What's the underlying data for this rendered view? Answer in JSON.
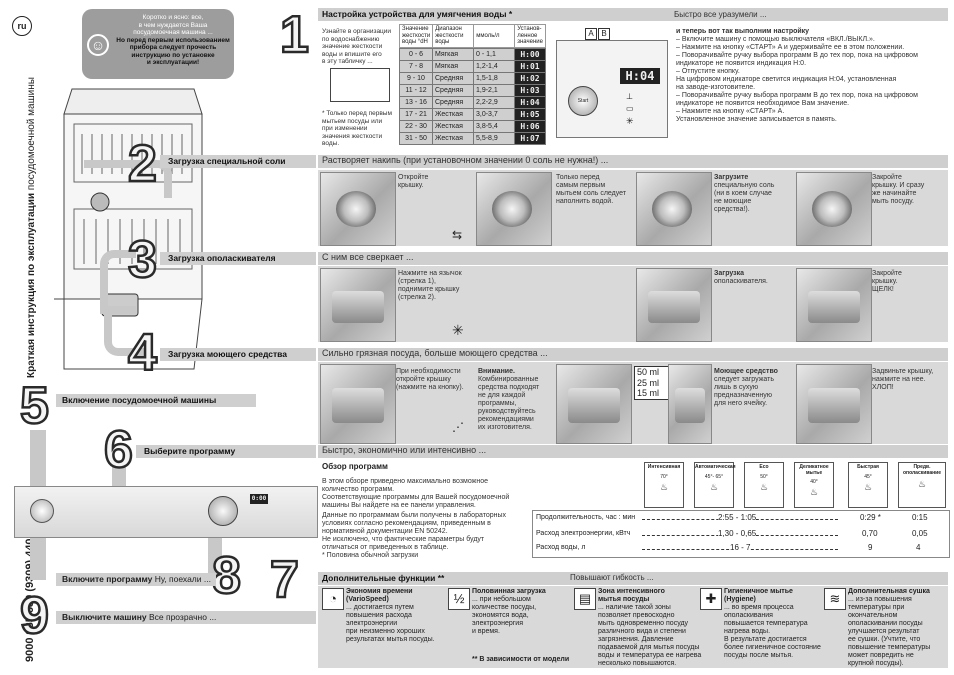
{
  "lang_badge": "ru",
  "side_text": {
    "bold": "Краткая инструкция по эксплуатации",
    "normal": "посудомоечной машины"
  },
  "doc_code": "9000 935 689 (9309) 440 EG",
  "note_box": {
    "line1": "Коротко и ясно: все,",
    "line2": "в чем нуждается Ваша",
    "line3": "посудомоечная машина ...",
    "bold1": "Но перед первым использованием",
    "bold2": "прибора следует прочесть",
    "bold3": "инструкцию по установке",
    "bold4": "и эксплуатации!"
  },
  "steps": {
    "s1": "1",
    "s2": "2",
    "s3": "3",
    "s4": "4",
    "s5": "5",
    "s6": "6",
    "s7": "7",
    "s8": "8",
    "s9": "9"
  },
  "sec1": {
    "title": "Настройка устройства для умягчения воды *",
    "right": "Быстро все уразумели ...",
    "intro": [
      "Узнайте в организации",
      "по водоснабжению",
      "значение жесткости",
      "воды и впишите его",
      "в эту табличку ..."
    ],
    "footnote": [
      "* Только перед первым",
      "мытьем посуды или",
      "при изменении",
      "значения жесткости",
      "воды."
    ],
    "table_headers": [
      "Значение жесткости воды °dH",
      "Диапазон жесткости воды",
      "ммоль/л",
      "Установ-ленное значение"
    ],
    "rows": [
      {
        "dh": "0 - 6",
        "range": "Мягкая",
        "mmol": "0 - 1,1",
        "set": "H:00"
      },
      {
        "dh": "7 - 8",
        "range": "Мягкая",
        "mmol": "1,2-1,4",
        "set": "H:01"
      },
      {
        "dh": "9 - 10",
        "range": "Средняя",
        "mmol": "1,5-1,8",
        "set": "H:02"
      },
      {
        "dh": "11 - 12",
        "range": "Средняя",
        "mmol": "1,9-2,1",
        "set": "H:03"
      },
      {
        "dh": "13 - 16",
        "range": "Средняя",
        "mmol": "2,2-2,9",
        "set": "H:04"
      },
      {
        "dh": "17 - 21",
        "range": "Жесткая",
        "mmol": "3,0-3,7",
        "set": "H:05"
      },
      {
        "dh": "22 - 30",
        "range": "Жесткая",
        "mmol": "3,8-5,4",
        "set": "H:06"
      },
      {
        "dh": "31 - 50",
        "range": "Жесткая",
        "mmol": "5,5-8,9",
        "set": "H:07"
      }
    ],
    "panel_a": "A",
    "panel_b": "B",
    "panel_display": "H:04",
    "panel_start": "Start",
    "steps_head": "и теперь вот так выполним настройку",
    "steps": [
      "– Включите машину с помощью выключателя «ВКЛ./ВЫКЛ.».",
      "– Нажмите на кнопку «СТАРТ» A и удерживайте ее в этом положении.",
      "– Поворачивайте ручку выбора программ B до тех пор, пока на цифровом",
      "   индикаторе не появится индикация H:0.",
      "– Отпустите кнопку.",
      "   На цифровом индикаторе светится индикация H:04, установленная",
      "   на заводе-изготовителе.",
      "– Поворачивайте ручку выбора программ B до тех пор, пока на цифровом",
      "   индикаторе не появится необходимое Вам значение.",
      "– Нажмите на кнопку «СТАРТ» A.",
      "   Установленное значение записывается в память."
    ]
  },
  "sec2": {
    "title": "Загрузка специальной соли",
    "sub": "Растворяет накипь (при установочном значении 0 соль не нужна!) ...",
    "t1": [
      "Откройте",
      "крышку."
    ],
    "t2": [
      "Только перед",
      "самым первым",
      "мытьем соль следует",
      "наполнить водой."
    ],
    "t3": [
      "Загрузите",
      "специальную соль",
      "(ни в коем случае",
      "не моющие",
      "средства!)."
    ],
    "t4": [
      "Закройте",
      "крышку. И сразу",
      "же начинайте",
      "мыть посуду."
    ]
  },
  "sec3": {
    "title": "Загрузка ополаскивателя",
    "sub": "С ним все сверкает ...",
    "t1": [
      "Нажмите на язычок",
      "(стрелка 1),",
      "поднимите крышку",
      "(стрелка 2)."
    ],
    "t2": [
      "Загрузка",
      "ополаскивателя."
    ],
    "t3": [
      "Закройте",
      "крышку.",
      "ЩЕЛК!"
    ]
  },
  "sec4": {
    "title": "Загрузка моющего средства",
    "sub": "Сильно грязная посуда, больше моющего средства ...",
    "t1": [
      "При необходимости",
      "откройте крышку",
      "(нажмите на кнопку)."
    ],
    "t2_bold": "Внимание.",
    "t2": [
      "Комбинированные",
      "средства подходят",
      "не для каждой",
      "программы,",
      "руководствуйтесь",
      "рекомендациями",
      "их изготовителя."
    ],
    "ml": [
      "50 ml",
      "25 ml",
      "15 ml"
    ],
    "t3": [
      "Моющее средство",
      "следует загружать",
      "лишь в сухую",
      "предназначенную",
      "для него ячейку."
    ],
    "t4": [
      "Задвиньте крышку,",
      "нажмите на нее.",
      "ХЛОП!"
    ]
  },
  "sec5": {
    "title": "Включение посудомоечной машины"
  },
  "sec6": {
    "title": "Выберите программу",
    "sub": "Быстро, экономично или интенсивно ...",
    "overview_title": "Обзор программ",
    "overview": [
      "В этом обзоре приведено максимально возможное",
      "количество программ.",
      "Соответствующие программы для Вашей посудомоечной",
      "машины Вы найдете на ее панели управления."
    ],
    "lab": [
      "Данные по программам были получены в лабораторных",
      "условиях согласно рекомендациям, приведенным в",
      "нормативной документации EN 50242.",
      "Не исключено, что фактические параметры будут",
      "отличаться от приведенных в таблице."
    ],
    "lab_note": "* Половина обычной загрузки",
    "programs": [
      {
        "name": "Интенсивная",
        "temp": "70°"
      },
      {
        "name": "Автоматическая",
        "temp": "45°- 65°"
      },
      {
        "name": "Eco",
        "temp": "50°"
      },
      {
        "name": "Деликатное мытье",
        "temp": "40°"
      },
      {
        "name": "Быстрая",
        "temp": "45°"
      },
      {
        "name": "Предв. ополаскивание",
        "temp": ""
      }
    ],
    "rows": [
      {
        "label": "Продолжительность, час : мин",
        "v1": "2:55 - 1:05",
        "v2": "0:29 *",
        "v3": "0:15"
      },
      {
        "label": "Расход электроэнергии, кВтч",
        "v1": "1,30 - 0,65",
        "v2": "0,70",
        "v3": "0,05"
      },
      {
        "label": "Расход воды, л",
        "v1": "16 - 7",
        "v2": "9",
        "v3": "4"
      }
    ]
  },
  "sec7": {
    "title": "Дополнительные функции **",
    "sub": "Повышают гибкость ...",
    "footnote": "** В зависимости от модели",
    "features": [
      {
        "h1": "Экономия времени",
        "h2": "(VarioSpeed)",
        "body": [
          "... достигается путем",
          "повышения расхода",
          "электроэнергии",
          "при неизменно хороших",
          "результатах мытья посуды."
        ]
      },
      {
        "h1": "Половинная загрузка",
        "h2": "",
        "body": [
          "... при небольшом",
          "количестве посуды,",
          "экономятся вода,",
          "электроэнергия",
          "и время."
        ]
      },
      {
        "h1": "Зона интенсивного",
        "h2": "мытья посуды",
        "body": [
          "... наличие такой зоны",
          "позволяет превосходно",
          "мыть одновременно посуду",
          "различного вида и степени",
          "загрязнения. Давление",
          "подаваемой для мытья посуды",
          "воды и температура ее нагрева",
          "несколько повышаются."
        ]
      },
      {
        "h1": "Гигиеничное мытье",
        "h2": "(Hygiene)",
        "body": [
          "... во время процесса",
          "ополаскивания",
          "повышается температура",
          "нагрева воды.",
          "В результате достигается",
          "более гигиеничное состояние",
          "посуды после мытья."
        ]
      },
      {
        "h1": "Дополнительная сушка",
        "h2": "",
        "body": [
          "... из-за повышения",
          "температуры при",
          "окончательном",
          "ополаскивании посуды",
          "улучшается результат",
          "ее сушки. (Учтите, что",
          "повышение температуры",
          "может повредить не",
          "крупной посуды)."
        ]
      }
    ]
  },
  "sec8": {
    "title": "Включите программу",
    "sub": "Ну, поехали ..."
  },
  "sec9": {
    "title": "Выключите машину",
    "sub": "Все прозрачно ..."
  },
  "colors": {
    "bar": "#cfcfcf",
    "panel": "#d9d9d9",
    "lcd": "#222222"
  },
  "icons": [
    "smiley-icon",
    "arrow-icon",
    "sparkle-icon",
    "spray-icon",
    "hourglass-icon",
    "half-load-icon",
    "intensive-zone-icon",
    "hygiene-icon",
    "drying-icon"
  ]
}
